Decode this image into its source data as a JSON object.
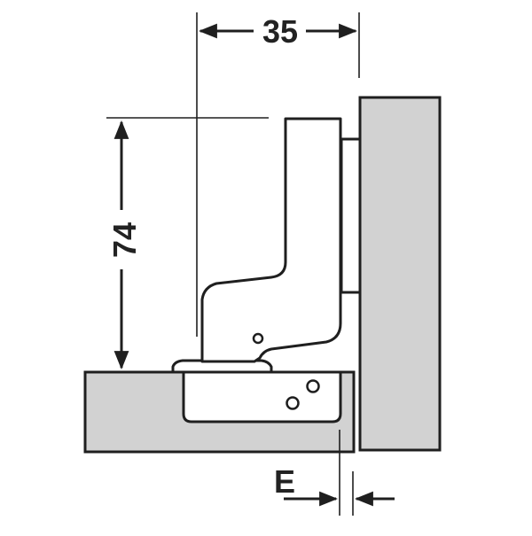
{
  "dimensions": {
    "width_label": "35",
    "height_label": "74",
    "overlay_label": "E"
  },
  "colors": {
    "panel_fill": "#d2d2d2",
    "outline": "#1f1f1f",
    "background": "#ffffff"
  }
}
